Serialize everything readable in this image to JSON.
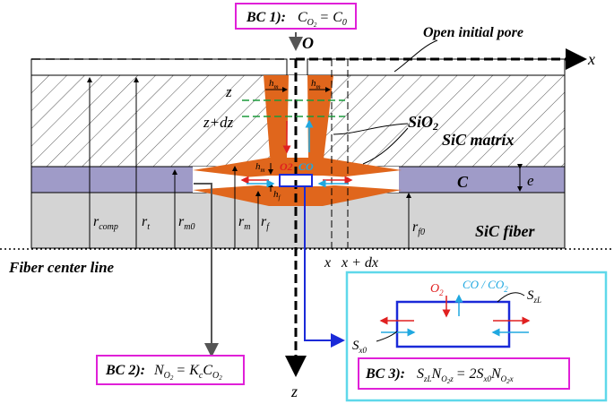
{
  "bc1": {
    "label": "BC 1):",
    "equation": "C",
    "eq_sub": "O",
    "eq_sub2": "2",
    "eq_rhs": "= C",
    "eq_rhs_sub": "0"
  },
  "bc2": {
    "label": "BC 2):",
    "n": "N",
    "n_sub": "O",
    "n_sub2": "2",
    "rhs": "= K",
    "rhs_sub": "c",
    "c": "C",
    "c_sub": "O",
    "c_sub2": "2"
  },
  "bc3": {
    "label": "BC 3):",
    "s_zl": "S",
    "s_zl_sub": "zL",
    "n1": "N",
    "n1_sub": "O",
    "n1_sub2": "2",
    "n1_sub3": "z",
    "mid": "= 2S",
    "mid_sub": "x0",
    "n2": "N",
    "n2_sub": "O",
    "n2_sub2": "2",
    "n2_sub3": "x"
  },
  "axes": {
    "origin": "O",
    "x_axis": "x",
    "z_axis": "z"
  },
  "labels": {
    "open_pore": "Open initial pore",
    "sio2": "SiO",
    "sio2_sub": "2",
    "sic_matrix": "SiC matrix",
    "c_layer": "C",
    "sic_fiber": "SiC fiber",
    "fiber_center": "Fiber center line",
    "e": "e",
    "z": "z",
    "z_dz": "z+dz",
    "x": "x",
    "x_dx": "x + dx",
    "hm": "h",
    "hm_sub": "m",
    "hm_prime_sub": "m",
    "hf": "h",
    "hf_sub": "f",
    "o2": "O2",
    "co": "CO"
  },
  "radii": {
    "r_comp": "r",
    "r_comp_sub": "comp",
    "r_t": "r",
    "r_t_sub": "t",
    "r_m0": "r",
    "r_m0_sub": "m0",
    "r_m": "r",
    "r_m_sub": "m",
    "r_f": "r",
    "r_f_sub": "f",
    "r_f0": "r",
    "r_f0_sub": "f0"
  },
  "inset": {
    "o2": "O",
    "o2_sub": "2",
    "co_co2": "CO / CO",
    "co_co2_sub": "2",
    "s_zl": "S",
    "s_zl_sub": "zL",
    "s_x0": "S",
    "s_x0_sub": "x0"
  },
  "colors": {
    "matrix_hatch": "#555555",
    "c_layer": "#9f9bc8",
    "fiber": "#d4d4d4",
    "sio2": "#e0661c",
    "magenta": "#e020d8",
    "cyan": "#5fd8ea",
    "blue": "#1a2ad8",
    "red": "#e02020",
    "o2_red": "#e02020",
    "co_cyan": "#20a8e0"
  }
}
